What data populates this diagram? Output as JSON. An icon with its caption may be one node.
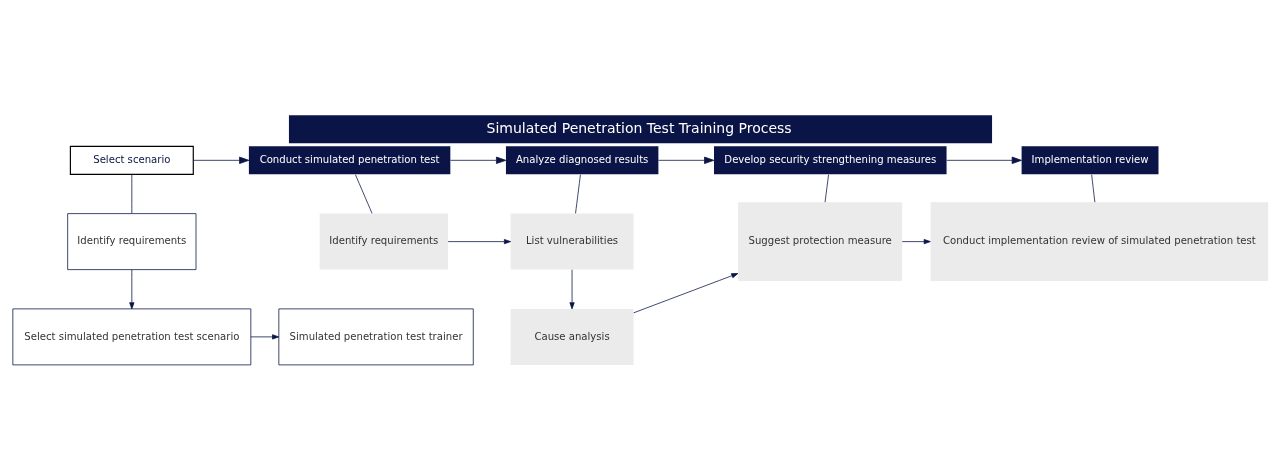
{
  "diagram": {
    "title": "Simulated Penetration Test Training Process",
    "nodes": [
      {
        "text": [
          "Select scenario"
        ]
      },
      {
        "text": [
          "Conduct simulated penetration test"
        ]
      },
      {
        "text": [
          "Analyze diagnosed results"
        ]
      },
      {
        "text": [
          "Develop security strengthening measures"
        ]
      },
      {
        "text": [
          "Implementation review"
        ]
      },
      {
        "text": [
          "Identify requirements"
        ]
      },
      {
        "text": [
          "Select simulated penetration test scenario"
        ]
      },
      {
        "text": [
          "Identify requirements"
        ]
      },
      {
        "text": [
          "Simulated penetration test trainer"
        ]
      },
      {
        "text": [
          "List vulnerabilities"
        ]
      },
      {
        "text": [
          "Cause analysis"
        ]
      },
      {
        "text": [
          "Suggest protection measure"
        ]
      },
      {
        "text": [
          "Conduct implementation review of simulated penetration test"
        ]
      }
    ],
    "edges": [
      {
        "from": 0,
        "to": 1,
        "arrow": "to"
      },
      {
        "from": 1,
        "to": 2,
        "arrow": "to"
      },
      {
        "from": 2,
        "to": 3,
        "arrow": "to"
      },
      {
        "from": 3,
        "to": 4,
        "arrow": "to"
      },
      {
        "from": 0,
        "to": 5,
        "arrow": "none"
      },
      {
        "from": 1,
        "to": 7,
        "arrow": "none"
      },
      {
        "from": 2,
        "to": 9,
        "arrow": "none"
      },
      {
        "from": 3,
        "to": 11,
        "arrow": "none"
      },
      {
        "from": 4,
        "to": 12,
        "arrow": "none"
      },
      {
        "from": 5,
        "to": 6,
        "arrow": "to"
      },
      {
        "from": 6,
        "to": 8,
        "arrow": "to"
      },
      {
        "from": 7,
        "to": 9,
        "arrow": "to"
      },
      {
        "from": 9,
        "to": 10,
        "arrow": "to"
      },
      {
        "from": 10,
        "to": 11,
        "arrow": "to"
      },
      {
        "from": 11,
        "to": 12,
        "arrow": "to"
      }
    ]
  }
}
